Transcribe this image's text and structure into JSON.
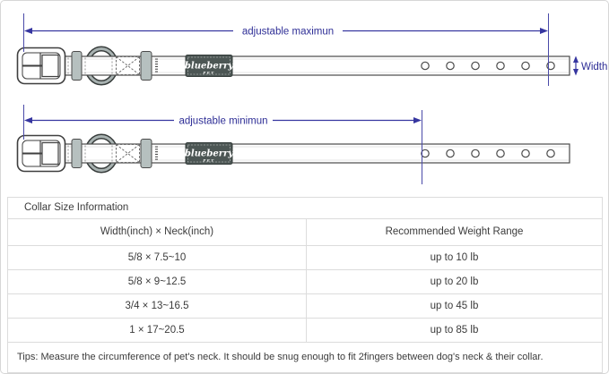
{
  "diagram": {
    "max_label": "adjustable maximun",
    "min_label": "adjustable minimun",
    "width_label": "Width",
    "brand": {
      "name": "blueberry",
      "sub": "PET"
    },
    "holes_count": 6,
    "annotation_color": "#2e2e96",
    "label_bg_color": "#4c5654",
    "keeper_color": "#b6c0bf"
  },
  "table": {
    "title": "Collar Size Information",
    "columns": [
      "Width(inch) × Neck(inch)",
      "Recommended Weight Range"
    ],
    "rows": [
      {
        "size": "5/8 × 7.5~10",
        "weight": "up to 10 lb"
      },
      {
        "size": "5/8 × 9~12.5",
        "weight": "up to 20 lb"
      },
      {
        "size": "3/4 × 13~16.5",
        "weight": "up to 45 lb"
      },
      {
        "size": "1 × 17~20.5",
        "weight": "up to 85 lb"
      }
    ],
    "tips": "Tips: Measure the circumference of pet's neck. It should be snug enough to fit 2fingers between dog's neck & their collar."
  }
}
